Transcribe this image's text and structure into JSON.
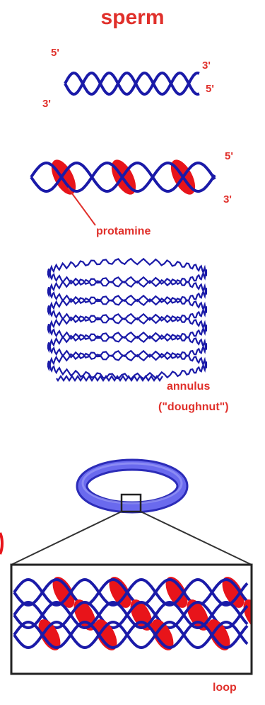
{
  "title": "sperm",
  "dna": {
    "left_top": "5'",
    "left_bottom": "3'",
    "right_top": "3'",
    "right_bottom": "5'"
  },
  "protamine_dna": {
    "right_top": "5'",
    "right_bottom": "3'",
    "label": "protamine"
  },
  "annulus": {
    "label_line1": "annulus",
    "label_line2": "(\"doughnut\")"
  },
  "loop": {
    "label": "loop"
  },
  "colors": {
    "dna_blue": "#1a1aa8",
    "protamine_red": "#e8141a",
    "label_red": "#e0302b",
    "ring_blue": "#5a5ae6"
  }
}
